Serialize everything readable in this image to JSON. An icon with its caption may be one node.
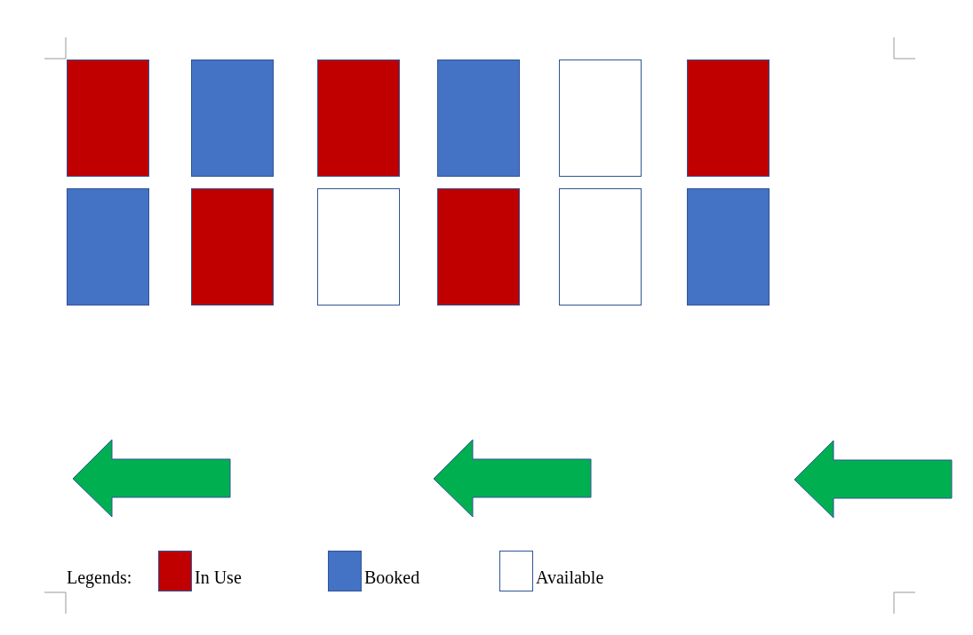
{
  "diagram": {
    "nodes": [
      {
        "text": [],
        "shape": "box"
      },
      {
        "text": [],
        "shape": "box"
      },
      {
        "text": [],
        "shape": "box"
      },
      {
        "text": [],
        "shape": "box"
      },
      {
        "text": [],
        "shape": "box"
      },
      {
        "text": [],
        "shape": "box"
      },
      {
        "text": [],
        "shape": "box"
      },
      {
        "text": [],
        "shape": "box"
      },
      {
        "text": [],
        "shape": "box"
      },
      {
        "text": [],
        "shape": "box"
      },
      {
        "text": [],
        "shape": "box"
      },
      {
        "text": [],
        "shape": "box"
      }
    ],
    "edges": [],
    "labels": [
      "Legends:"
    ],
    "legend": [
      {
        "text": "In Use",
        "color": "#c00000"
      },
      {
        "text": "Booked",
        "color": "#4472c4"
      },
      {
        "text": "Available",
        "color": "#ffffff"
      }
    ]
  }
}
